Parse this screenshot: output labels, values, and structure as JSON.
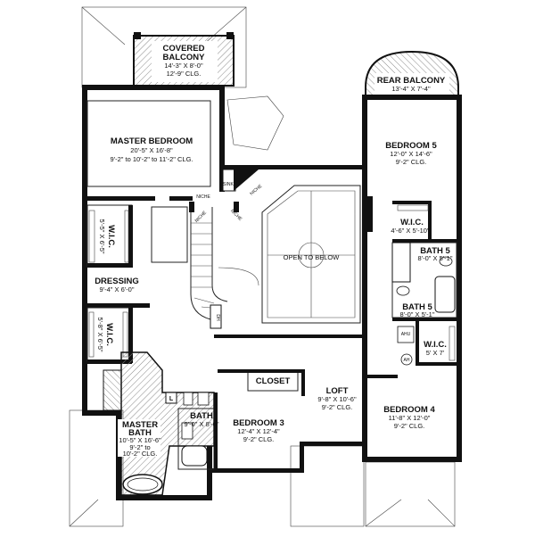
{
  "rooms": {
    "covered_balcony": {
      "name1": "COVERED",
      "name2": "BALCONY",
      "dim": "14'-3\" X 8'-0\"",
      "clg": "12'-9\" CLG."
    },
    "rear_balcony": {
      "name": "REAR BALCONY",
      "dim": "13'-4\" X 7'-4\""
    },
    "master_bedroom": {
      "name": "MASTER BEDROOM",
      "dim": "20'-5\" X 16'-8\"",
      "clg": "9'-2\" to 10'-2\" to 11'-2\" CLG."
    },
    "bedroom5": {
      "name": "BEDROOM 5",
      "dim": "12'-0\" X 14'-6\"",
      "clg": "9'-2\" CLG."
    },
    "wic_top_left": {
      "name": "W.I.C.",
      "dim": "5'-5\" X 6'-5\""
    },
    "wic_bed5": {
      "name": "W.I.C.",
      "dim": "4'-6\" X 5'-10\""
    },
    "bath5_top": {
      "name": "BATH 5",
      "dim": "8'-0\" X 5'-1\""
    },
    "bath5_bottom": {
      "name": "BATH 5",
      "dim": "8'-0\" X 5'-1\""
    },
    "open_to_below": {
      "name": "OPEN TO BELOW"
    },
    "dressing": {
      "name": "DRESSING",
      "dim": "9'-4\" X 6'-0\""
    },
    "wic_mid_left": {
      "name": "W.I.C.",
      "dim": "5'-8\" X 6'-5\""
    },
    "wic_bed4": {
      "name": "W.I.C.",
      "dim": "5' X 7'"
    },
    "closet": {
      "name": "CLOSET"
    },
    "loft": {
      "name": "LOFT",
      "dim": "9'-8\" X 10'-6\"",
      "clg": "9'-2\" CLG."
    },
    "bedroom4": {
      "name": "BEDROOM 4",
      "dim": "11'-8\" X 12'-0\"",
      "clg": "9'-2\" CLG."
    },
    "master_bath": {
      "name1": "MASTER",
      "name2": "BATH",
      "dim": "10'-5\" X 16'-6\"",
      "clg1": "9'-2\" to",
      "clg2": "10'-2\" CLG."
    },
    "bath": {
      "name": "BATH",
      "dim": "9'-0\" X 8'-0\""
    },
    "bedroom3": {
      "name": "BEDROOM 3",
      "dim": "12'-4\" X 12'-4\"",
      "clg": "9'-2\" CLG."
    }
  },
  "small_labels": {
    "niche_left": "NICHE",
    "niche_right": "NICHE",
    "niche_top": "NICHE",
    "linen": "L",
    "sink": "SINK",
    "ahu": "AHU",
    "dh": "DH",
    "ah": "AH"
  },
  "colors": {
    "wall": "#111111",
    "tile_hatch": "#8a8a8a",
    "paper": "#ffffff"
  }
}
